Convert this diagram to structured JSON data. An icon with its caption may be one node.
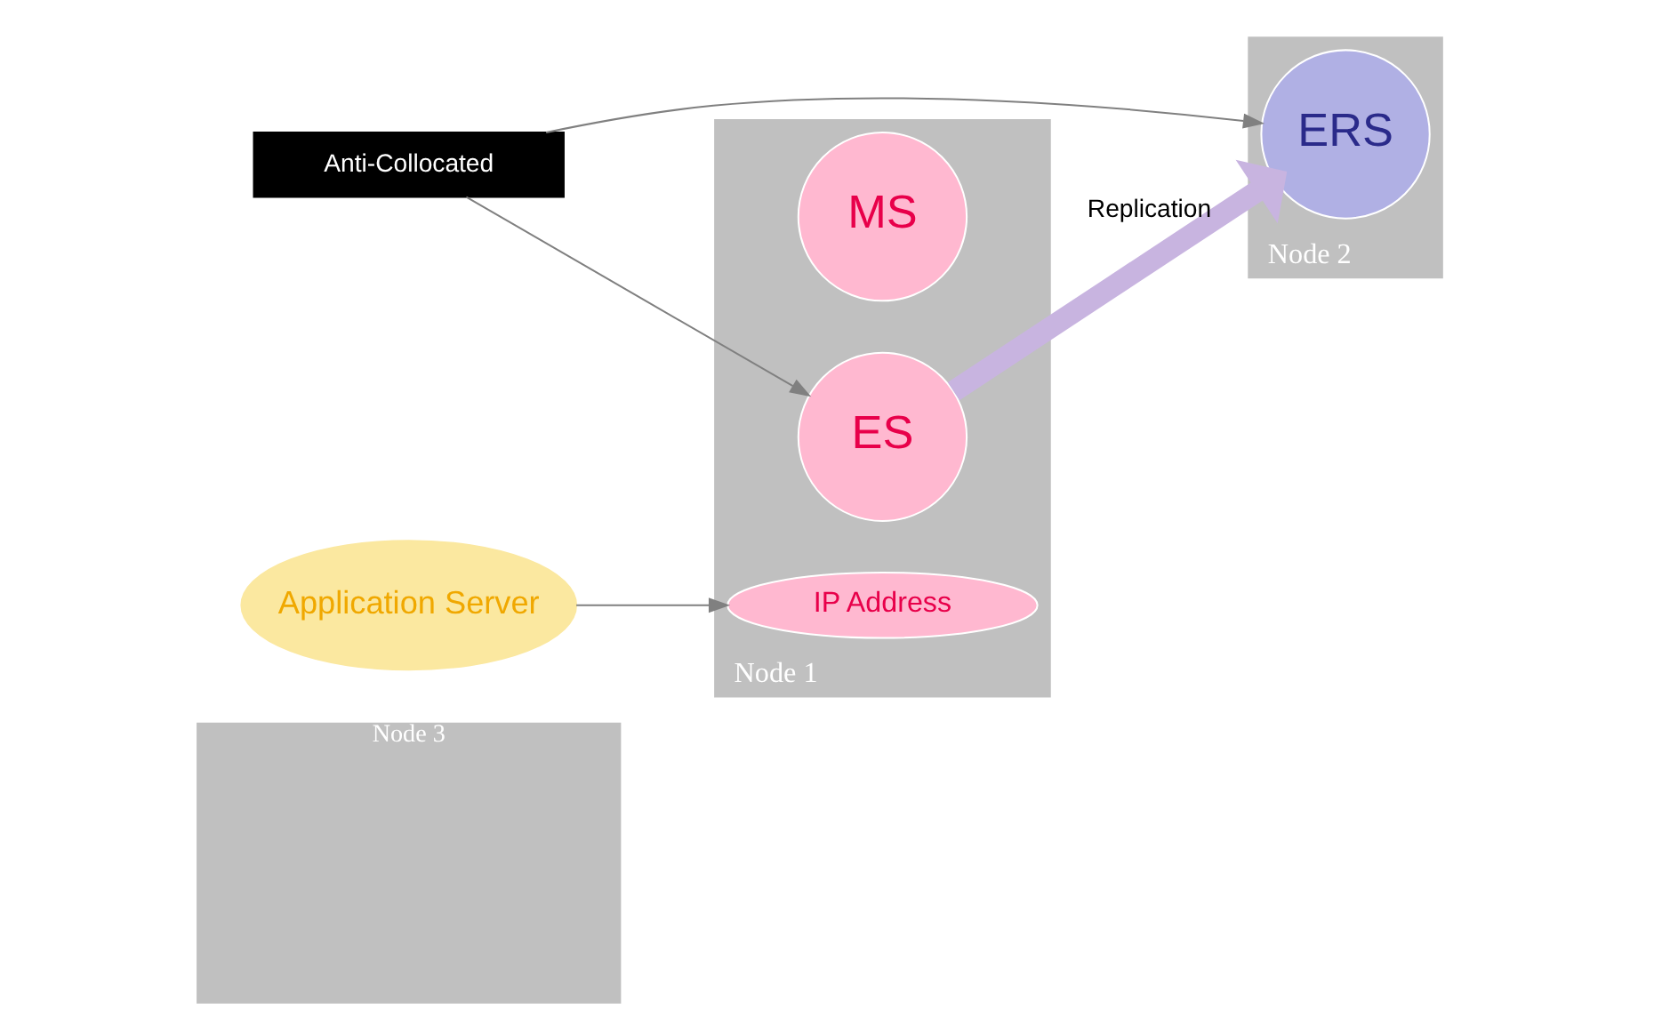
{
  "diagram": {
    "nodes": [
      {
        "text": [
          "Node 3"
        ]
      },
      {
        "text": [
          "Anti-Collocated"
        ]
      },
      {
        "text": [
          "Node 1"
        ]
      },
      {
        "text": [
          "MS"
        ],
        "in": 2
      },
      {
        "text": [
          "ES"
        ],
        "in": 2
      },
      {
        "text": [
          "IP Address"
        ],
        "in": 2
      },
      {
        "text": [
          "Node 2"
        ]
      },
      {
        "text": [
          "ERS"
        ],
        "in": 6
      },
      {
        "text": [
          "Application Server"
        ]
      }
    ],
    "edges": [
      {
        "from": 1,
        "to": 4,
        "arrow": "to"
      },
      {
        "from": 1,
        "to": 7,
        "arrow": "to"
      },
      {
        "from": 4,
        "to": 7,
        "arrow": "to",
        "label": "Replication",
        "style": "thick",
        "color": "#c8b4e0"
      },
      {
        "from": 8,
        "to": 5,
        "arrow": "to"
      }
    ]
  }
}
